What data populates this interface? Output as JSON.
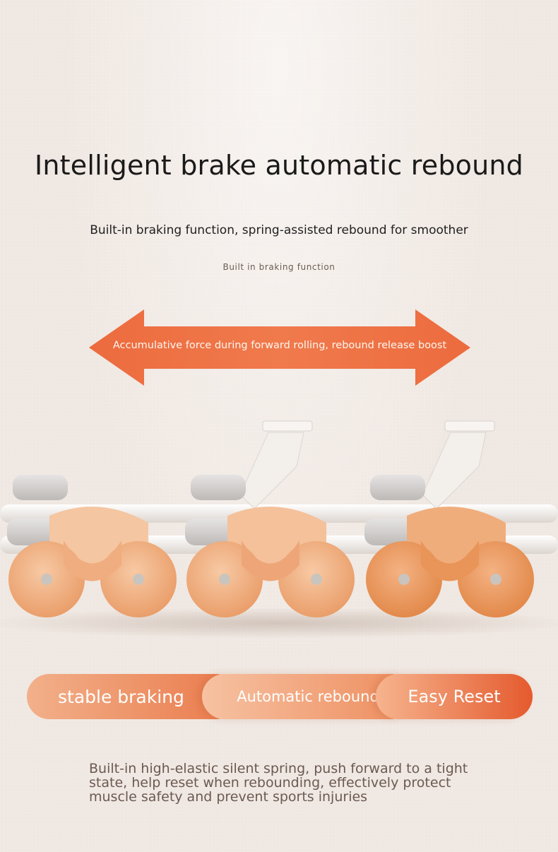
{
  "title": "Intelligent brake automatic rebound",
  "subtitle": "Built-in braking function, spring-assisted rebound for smoother",
  "tagline": "Built in braking function",
  "arrow": {
    "label": "Accumulative force during forward rolling, rebound release boost",
    "color": "#ea6a3e"
  },
  "features": [
    {
      "label": "stable braking"
    },
    {
      "label": "Automatic rebound"
    },
    {
      "label": "Easy Reset"
    }
  ],
  "description": [
    "Built-in high-elastic silent spring, push forward to a tight",
    "state, help reset when rebounding, effectively protect",
    "muscle safety and prevent sports injuries"
  ],
  "colors": {
    "background": "#efe7e1",
    "accent": "#ea6a3e",
    "wheel_light": "#f2b88e",
    "wheel_dark": "#e8914f",
    "frame": "#f0ebe6"
  }
}
